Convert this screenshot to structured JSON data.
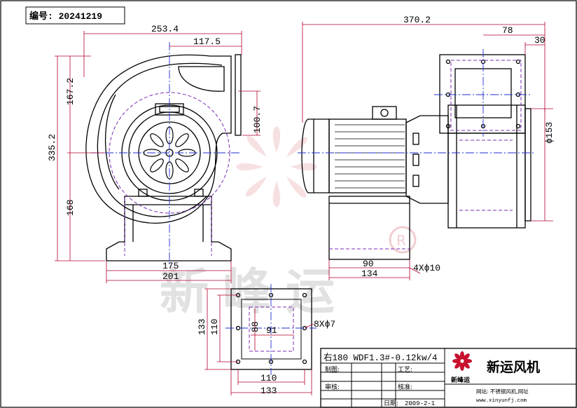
{
  "header": {
    "drawing_no_label": "编号: 20241219"
  },
  "dimensions": {
    "overall_width_left": "253.4",
    "half_width": "117.5",
    "height_upper": "167.2",
    "height_total": "335.2",
    "height_lower": "168",
    "outlet_offset": "100.7",
    "base_inner_width": "175",
    "base_outer_width": "201",
    "overall_length_right": "370.2",
    "flange_width": "78",
    "flange_offset": "30",
    "inlet_diameter": "ϕ153",
    "base_hole_spacing": "90",
    "base_length": "134",
    "base_holes": "4Xϕ10",
    "flange_outer_height": "133",
    "flange_inner_height": "110",
    "flange_opening_height": "88",
    "flange_opening_width": "91",
    "flange_holes": "8Xϕ7",
    "flange_inner_width": "110",
    "flange_outer_width": "133"
  },
  "watermark": {
    "text": "新峰运",
    "registered_mark": "R"
  },
  "title_block": {
    "model": "右180 WDF1.3#-0.12kw/4",
    "company_name": "新运风机",
    "logo_text": "新峰运",
    "made_label": "制图:",
    "process_label": "工艺:",
    "review_label": "审核:",
    "approve_label": "核准:",
    "date_label": "日期:",
    "date_value": "2009-2-1",
    "website_line1": "网站: 不锈钢风机,网址",
    "website_line2": "www.xinyunfj.com"
  },
  "colors": {
    "line": "#000000",
    "dim": "#b3002d",
    "center": "#1f2fd0",
    "hidden": "#7b2bb5",
    "watermark": "#e6b3b8"
  }
}
